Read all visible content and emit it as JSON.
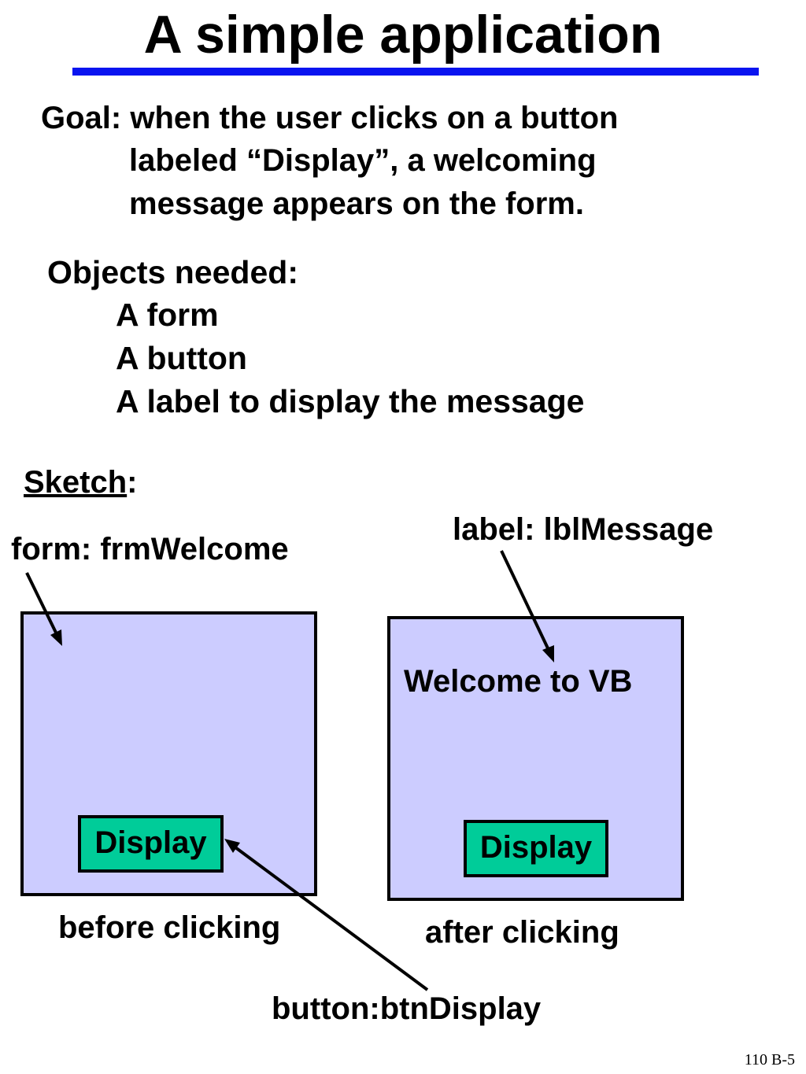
{
  "title": "A simple application",
  "goal": {
    "lines": [
      "Goal: when the user clicks on a button",
      "labeled “Display”, a welcoming",
      "message appears on the form."
    ]
  },
  "objects": {
    "heading": "Objects needed:",
    "items": [
      "A form",
      "A button",
      "A label to display the message"
    ]
  },
  "sketch": {
    "label": "Sketch",
    "colon": ":",
    "form_callout": "form: frmWelcome",
    "label_callout": "label: lblMessage",
    "button_callout": "button:btnDisplay",
    "before": {
      "button_label": "Display",
      "caption": "before clicking"
    },
    "after": {
      "message": "Welcome to VB",
      "button_label": "Display",
      "caption": "after clicking"
    }
  },
  "colors": {
    "title_rule": "#0a14f0",
    "form_fill": "#ccccff",
    "button_fill": "#00cc99"
  },
  "slide_number": "110 B-5"
}
